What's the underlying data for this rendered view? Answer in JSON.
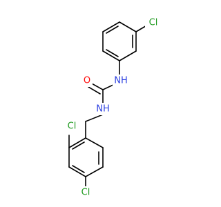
{
  "colors": {
    "background": "#ffffff",
    "bond": "#000000",
    "chlorine": "#1f9a1f",
    "oxygen": "#ff0d0d",
    "nitrogen": "#2b3fe0"
  },
  "atoms": {
    "cl_top": "Cl",
    "oxygen": "O",
    "nh_upper": "NH",
    "nh_lower": "NH",
    "cl_ortho": "Cl",
    "cl_para": "Cl"
  }
}
